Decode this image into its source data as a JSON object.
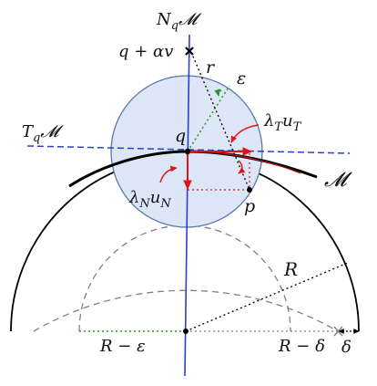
{
  "labels": {
    "normal_space": {
      "main": "N",
      "sub": "q",
      "manifold": "𝓜"
    },
    "tangent_space": {
      "main": "T",
      "sub": "q",
      "manifold": "𝓜"
    },
    "manifold": "𝓜",
    "point_q": "q",
    "point_p": "p",
    "q_plus_alpha_v": "q + αv",
    "r": "r",
    "epsilon": "ε",
    "tangent_update": {
      "main": "λ",
      "sub1": "T",
      "mid": "u",
      "sub2": "T"
    },
    "normal_update": {
      "main": "λ",
      "sub1": "N",
      "mid": "u",
      "sub2": "N"
    },
    "R": "R",
    "R_minus_epsilon": "R − ε",
    "R_minus_delta": "R − δ",
    "delta": "δ"
  },
  "colors": {
    "normal_axis": "#2b3fc9",
    "tangent_axis": "#2b3fc9",
    "ball_fill": "#dce6f6",
    "ball_stroke": "#5a76a8",
    "manifold": "#000000",
    "update_arrows": "#e0131a",
    "epsilon_radius": "#1d9a1d",
    "R_minus_epsilon_line": "#1d9a1d",
    "dashed_circles": "#808080",
    "dotted_lines": "#000000"
  }
}
